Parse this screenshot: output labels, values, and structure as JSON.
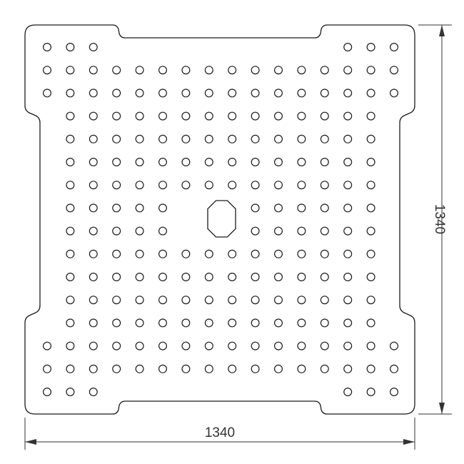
{
  "drawing": {
    "colors": {
      "outline": "#1c1c1c",
      "dimension": "#333333",
      "background": "#ffffff"
    },
    "plate": {
      "hole_rows": [
        [
          0,
          1,
          2,
          13,
          14,
          15
        ],
        [
          0,
          1,
          2,
          3,
          4,
          5,
          6,
          7,
          8,
          9,
          10,
          11,
          12,
          13,
          14,
          15
        ],
        [
          0,
          1,
          2,
          3,
          4,
          5,
          6,
          7,
          8,
          9,
          10,
          11,
          12,
          13,
          14,
          15
        ],
        [
          1,
          2,
          3,
          4,
          5,
          6,
          7,
          8,
          9,
          10,
          11,
          12,
          13,
          14
        ],
        [
          1,
          2,
          3,
          4,
          5,
          6,
          7,
          8,
          9,
          10,
          11,
          12,
          13,
          14
        ],
        [
          1,
          2,
          3,
          4,
          5,
          6,
          7,
          8,
          9,
          10,
          11,
          12,
          13,
          14
        ],
        [
          1,
          2,
          3,
          4,
          5,
          6,
          7,
          8,
          9,
          10,
          11,
          12,
          13,
          14
        ],
        [
          1,
          2,
          3,
          4,
          5,
          9,
          10,
          11,
          12,
          13,
          14
        ],
        [
          1,
          2,
          3,
          4,
          5,
          9,
          10,
          11,
          12,
          13,
          14
        ],
        [
          1,
          2,
          3,
          4,
          5,
          6,
          7,
          8,
          9,
          10,
          11,
          12,
          13,
          14
        ],
        [
          1,
          2,
          3,
          4,
          5,
          6,
          7,
          8,
          9,
          10,
          11,
          12,
          13,
          14
        ],
        [
          1,
          2,
          3,
          4,
          5,
          6,
          7,
          8,
          9,
          10,
          11,
          12,
          13,
          14
        ],
        [
          1,
          2,
          3,
          4,
          5,
          6,
          7,
          8,
          9,
          10,
          11,
          12,
          13,
          14
        ],
        [
          0,
          1,
          2,
          3,
          4,
          5,
          6,
          7,
          8,
          9,
          10,
          11,
          12,
          13,
          14,
          15
        ],
        [
          0,
          1,
          2,
          3,
          4,
          5,
          6,
          7,
          8,
          9,
          10,
          11,
          12,
          13,
          14,
          15
        ],
        [
          0,
          1,
          2,
          13,
          14,
          15
        ]
      ],
      "center_hole_shape": "octagon"
    },
    "dimensions": {
      "width_label": "1340",
      "height_label": "1340"
    }
  }
}
